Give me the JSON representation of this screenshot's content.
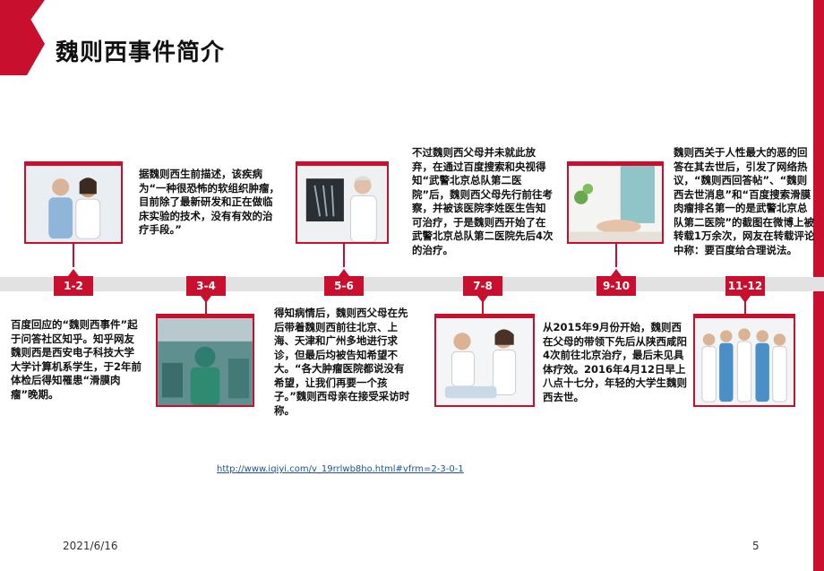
{
  "title": "魏则西事件简介",
  "events": [
    {
      "label": "1-2",
      "text": "百度回应的“魏则西事件”起于问答社区知乎。知乎网友魏则西是西安电子科技大学大学计算机系学生，于2年前体检后得知罹患“滑膜肉瘤”晚期。"
    },
    {
      "label": "3-4",
      "text": "据魏则西生前描述，该疾病为“一种很恐怖的软组织肿瘤，目前除了最新研发和正在做临床实验的技术，没有有效的治疗手段。”"
    },
    {
      "label": "5-6",
      "text": "得知病情后，魏则西父母在先后带着魏则西前往北京、上海、天津和广州多地进行求诊，但最后均被告知希望不大。“各大肿瘤医院都说没有希望，让我们再要一个孩子。”魏则西母亲在接受采访时称。"
    },
    {
      "label": "7-8",
      "text": "不过魏则西父母并未就此放弃，在通过百度搜索和央视得知“武警北京总队第二医院”后，魏则西父母先行前往考察，并被该医院李姓医生告知可治疗，于是魏则西开始了在武警北京总队第二医院先后4次的治疗。"
    },
    {
      "label": "9-10",
      "text": "从2015年9月份开始，魏则西在父母的带领下先后从陕西咸阳4次前往北京治疗，最后未见具体疗效。2016年4月12日早上八点十七分，年轻的大学生魏则西去世。"
    },
    {
      "label": "11-12",
      "text": "魏则西关于人性最大的恶的回答在其去世后，引发了网络热议，“魏则西回答帖”、“魏则西去世消息”和“百度搜索滑膜肉瘤排名第一的是武警北京总队第二医院”的截图在微博上被转载1万余次，网友在转载评论中称：要百度给合理说法。"
    }
  ],
  "source_link": "http://www.iqiyi.com/v_19rrlwb8ho.html#vfrm=2-3-0-1",
  "date": "2021/6/16",
  "page_number": "5",
  "colors": {
    "accent": "#c8102e",
    "band": "#e2e2e2"
  }
}
